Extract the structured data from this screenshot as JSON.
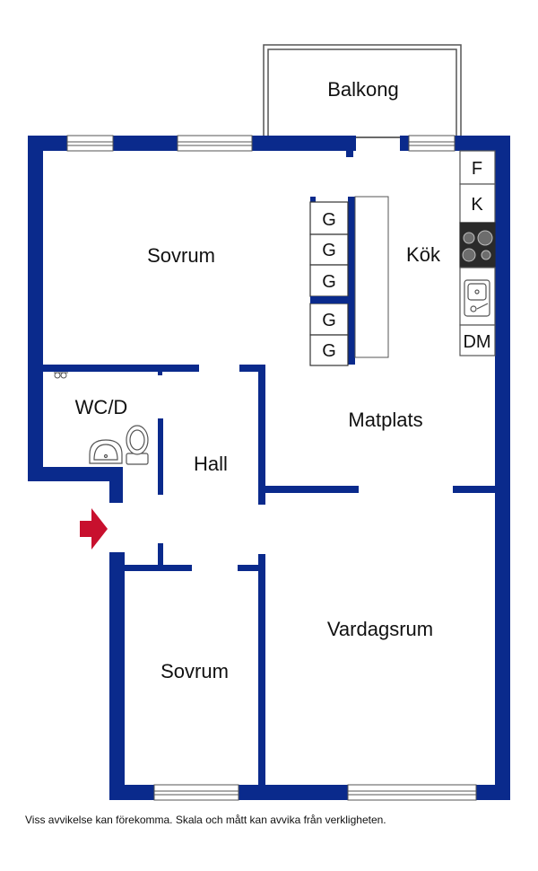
{
  "rooms": {
    "balkong": "Balkong",
    "sovrum_top": "Sovrum",
    "kok": "Kök",
    "wcd": "WC/D",
    "matplats": "Matplats",
    "hall": "Hall",
    "vardagsrum": "Vardagsrum",
    "sovrum_bottom": "Sovrum"
  },
  "fixtures": {
    "fridge": "F",
    "freezer": "K",
    "dishwasher": "DM",
    "wardrobes": [
      "G",
      "G",
      "G",
      "G",
      "G"
    ]
  },
  "disclaimer": "Viss avvikelse kan förekomma. Skala och mått kan avvika från verkligheten.",
  "colors": {
    "wall": "#0a2a8c",
    "entrance_arrow": "#c8102e",
    "outline": "#555555"
  }
}
